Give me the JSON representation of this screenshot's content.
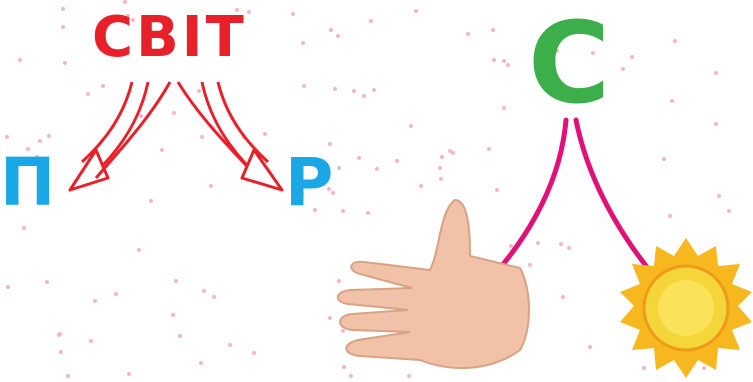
{
  "word": "СВІТ",
  "left_letter": "П",
  "right_letter": "Р",
  "big_letter": "С",
  "colors": {
    "word": "#e8202a",
    "side_letters": "#1aa7e6",
    "big_letter": "#3cae4a",
    "pink_arrows": "#e0127a",
    "dots": "#f4b6cb"
  },
  "icons": [
    "hand-icon",
    "sun-icon",
    "red-arrow-icon",
    "pink-arrow-icon"
  ]
}
